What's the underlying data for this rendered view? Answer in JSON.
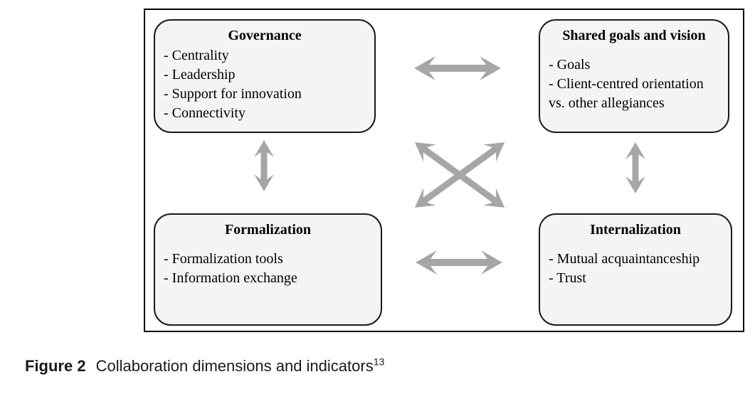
{
  "figure": {
    "caption_label": "Figure 2",
    "caption_text": "Collaboration dimensions and indicators",
    "caption_reference": "13"
  },
  "diagram": {
    "colors": {
      "arrow": "#a6a6a6",
      "box_fill": "#f4f4f4",
      "box_border": "#1a1a1a"
    },
    "boxes": [
      {
        "id": "governance",
        "title": "Governance",
        "lines": [
          "- Centrality",
          "- Leadership",
          "- Support for innovation",
          "- Connectivity"
        ]
      },
      {
        "id": "shared-goals-and-vision",
        "title": "Shared goals and vision",
        "lines": [
          "- Goals",
          "- Client-centred orientation",
          "vs. other allegiances"
        ]
      },
      {
        "id": "formalization",
        "title": "Formalization",
        "lines": [
          "- Formalization tools",
          "- Information exchange"
        ]
      },
      {
        "id": "internalization",
        "title": "Internalization",
        "lines": [
          "- Mutual acquaintanceship",
          "- Trust"
        ]
      }
    ],
    "connections": [
      "governance <-> shared-goals-and-vision",
      "governance <-> formalization",
      "shared-goals-and-vision <-> internalization",
      "formalization <-> internalization",
      "governance <-> internalization",
      "formalization <-> shared-goals-and-vision"
    ]
  }
}
